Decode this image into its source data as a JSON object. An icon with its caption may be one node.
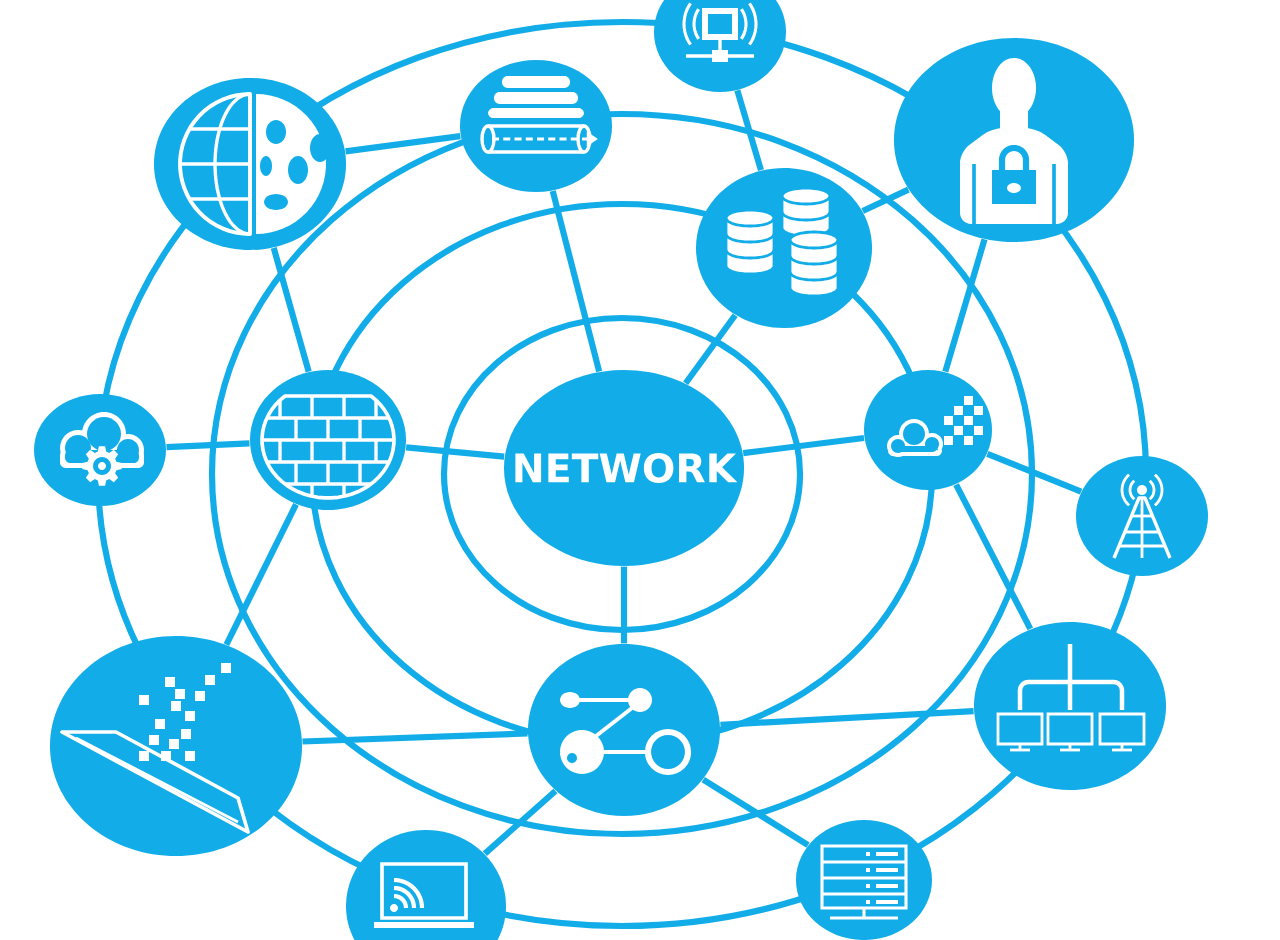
{
  "diagram": {
    "nodes": [
      {
        "text": [
          "NETWORK"
        ]
      },
      {
        "text": [],
        "shape": "circle"
      },
      {
        "text": [],
        "shape": "circle"
      },
      {
        "text": [],
        "shape": "circle"
      },
      {
        "text": [],
        "shape": "circle"
      },
      {
        "text": [],
        "shape": "circle"
      },
      {
        "text": [],
        "shape": "circle"
      },
      {
        "text": [],
        "shape": "circle"
      },
      {
        "text": [],
        "shape": "circle"
      },
      {
        "text": [],
        "shape": "circle"
      },
      {
        "text": [],
        "shape": "circle"
      },
      {
        "text": [],
        "shape": "circle"
      },
      {
        "text": [],
        "shape": "circle"
      },
      {
        "text": [],
        "shape": "circle"
      },
      {
        "text": [],
        "shape": "circle"
      }
    ],
    "edges": [
      {
        "from": 1,
        "to": 2,
        "arrow": "none"
      },
      {
        "from": 1,
        "to": 7,
        "arrow": "none"
      },
      {
        "from": 2,
        "to": 0,
        "arrow": "none"
      },
      {
        "from": 3,
        "to": 5,
        "arrow": "none"
      },
      {
        "from": 5,
        "to": 0,
        "arrow": "none"
      },
      {
        "from": 5,
        "to": 4,
        "arrow": "none"
      },
      {
        "from": 4,
        "to": 8,
        "arrow": "none"
      },
      {
        "from": 6,
        "to": 7,
        "arrow": "none"
      },
      {
        "from": 7,
        "to": 0,
        "arrow": "none"
      },
      {
        "from": 0,
        "to": 8,
        "arrow": "none"
      },
      {
        "from": 8,
        "to": 9,
        "arrow": "none"
      },
      {
        "from": 8,
        "to": 12,
        "arrow": "none"
      },
      {
        "from": 7,
        "to": 10,
        "arrow": "none"
      },
      {
        "from": 0,
        "to": 11,
        "arrow": "none"
      },
      {
        "from": 10,
        "to": 11,
        "arrow": "none"
      },
      {
        "from": 11,
        "to": 12,
        "arrow": "none"
      },
      {
        "from": 11,
        "to": 13,
        "arrow": "none"
      },
      {
        "from": 11,
        "to": 14,
        "arrow": "none"
      }
    ]
  }
}
